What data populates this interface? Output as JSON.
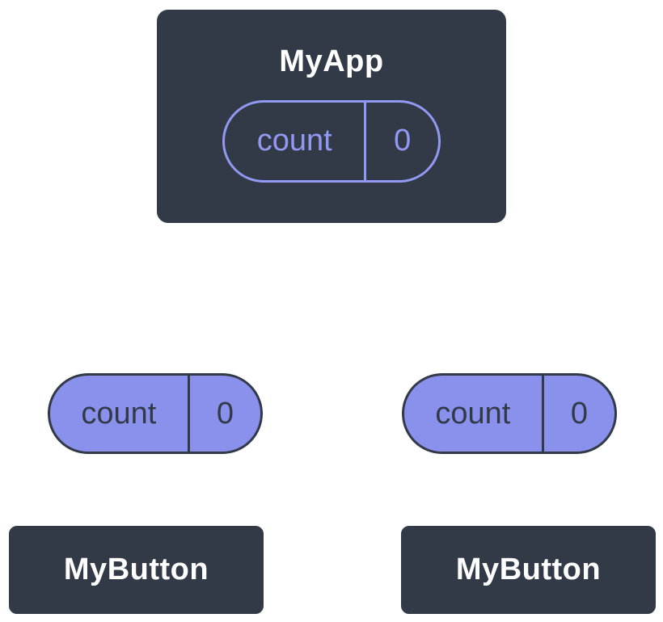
{
  "colors": {
    "node_background": "#333A47",
    "node_border": "#FFFFFF",
    "node_text": "#FFFFFF",
    "pill_fill": "#8A91EC",
    "pill_outline": "#9199F2",
    "pill_dark_text": "#333A47",
    "connector": "#FFFFFF"
  },
  "diagram": {
    "root": {
      "title": "MyApp",
      "state_pill": {
        "label": "count",
        "value": "0"
      }
    },
    "children": [
      {
        "prop_pill": {
          "label": "count",
          "value": "0"
        },
        "title": "MyButton"
      },
      {
        "prop_pill": {
          "label": "count",
          "value": "0"
        },
        "title": "MyButton"
      }
    ]
  }
}
